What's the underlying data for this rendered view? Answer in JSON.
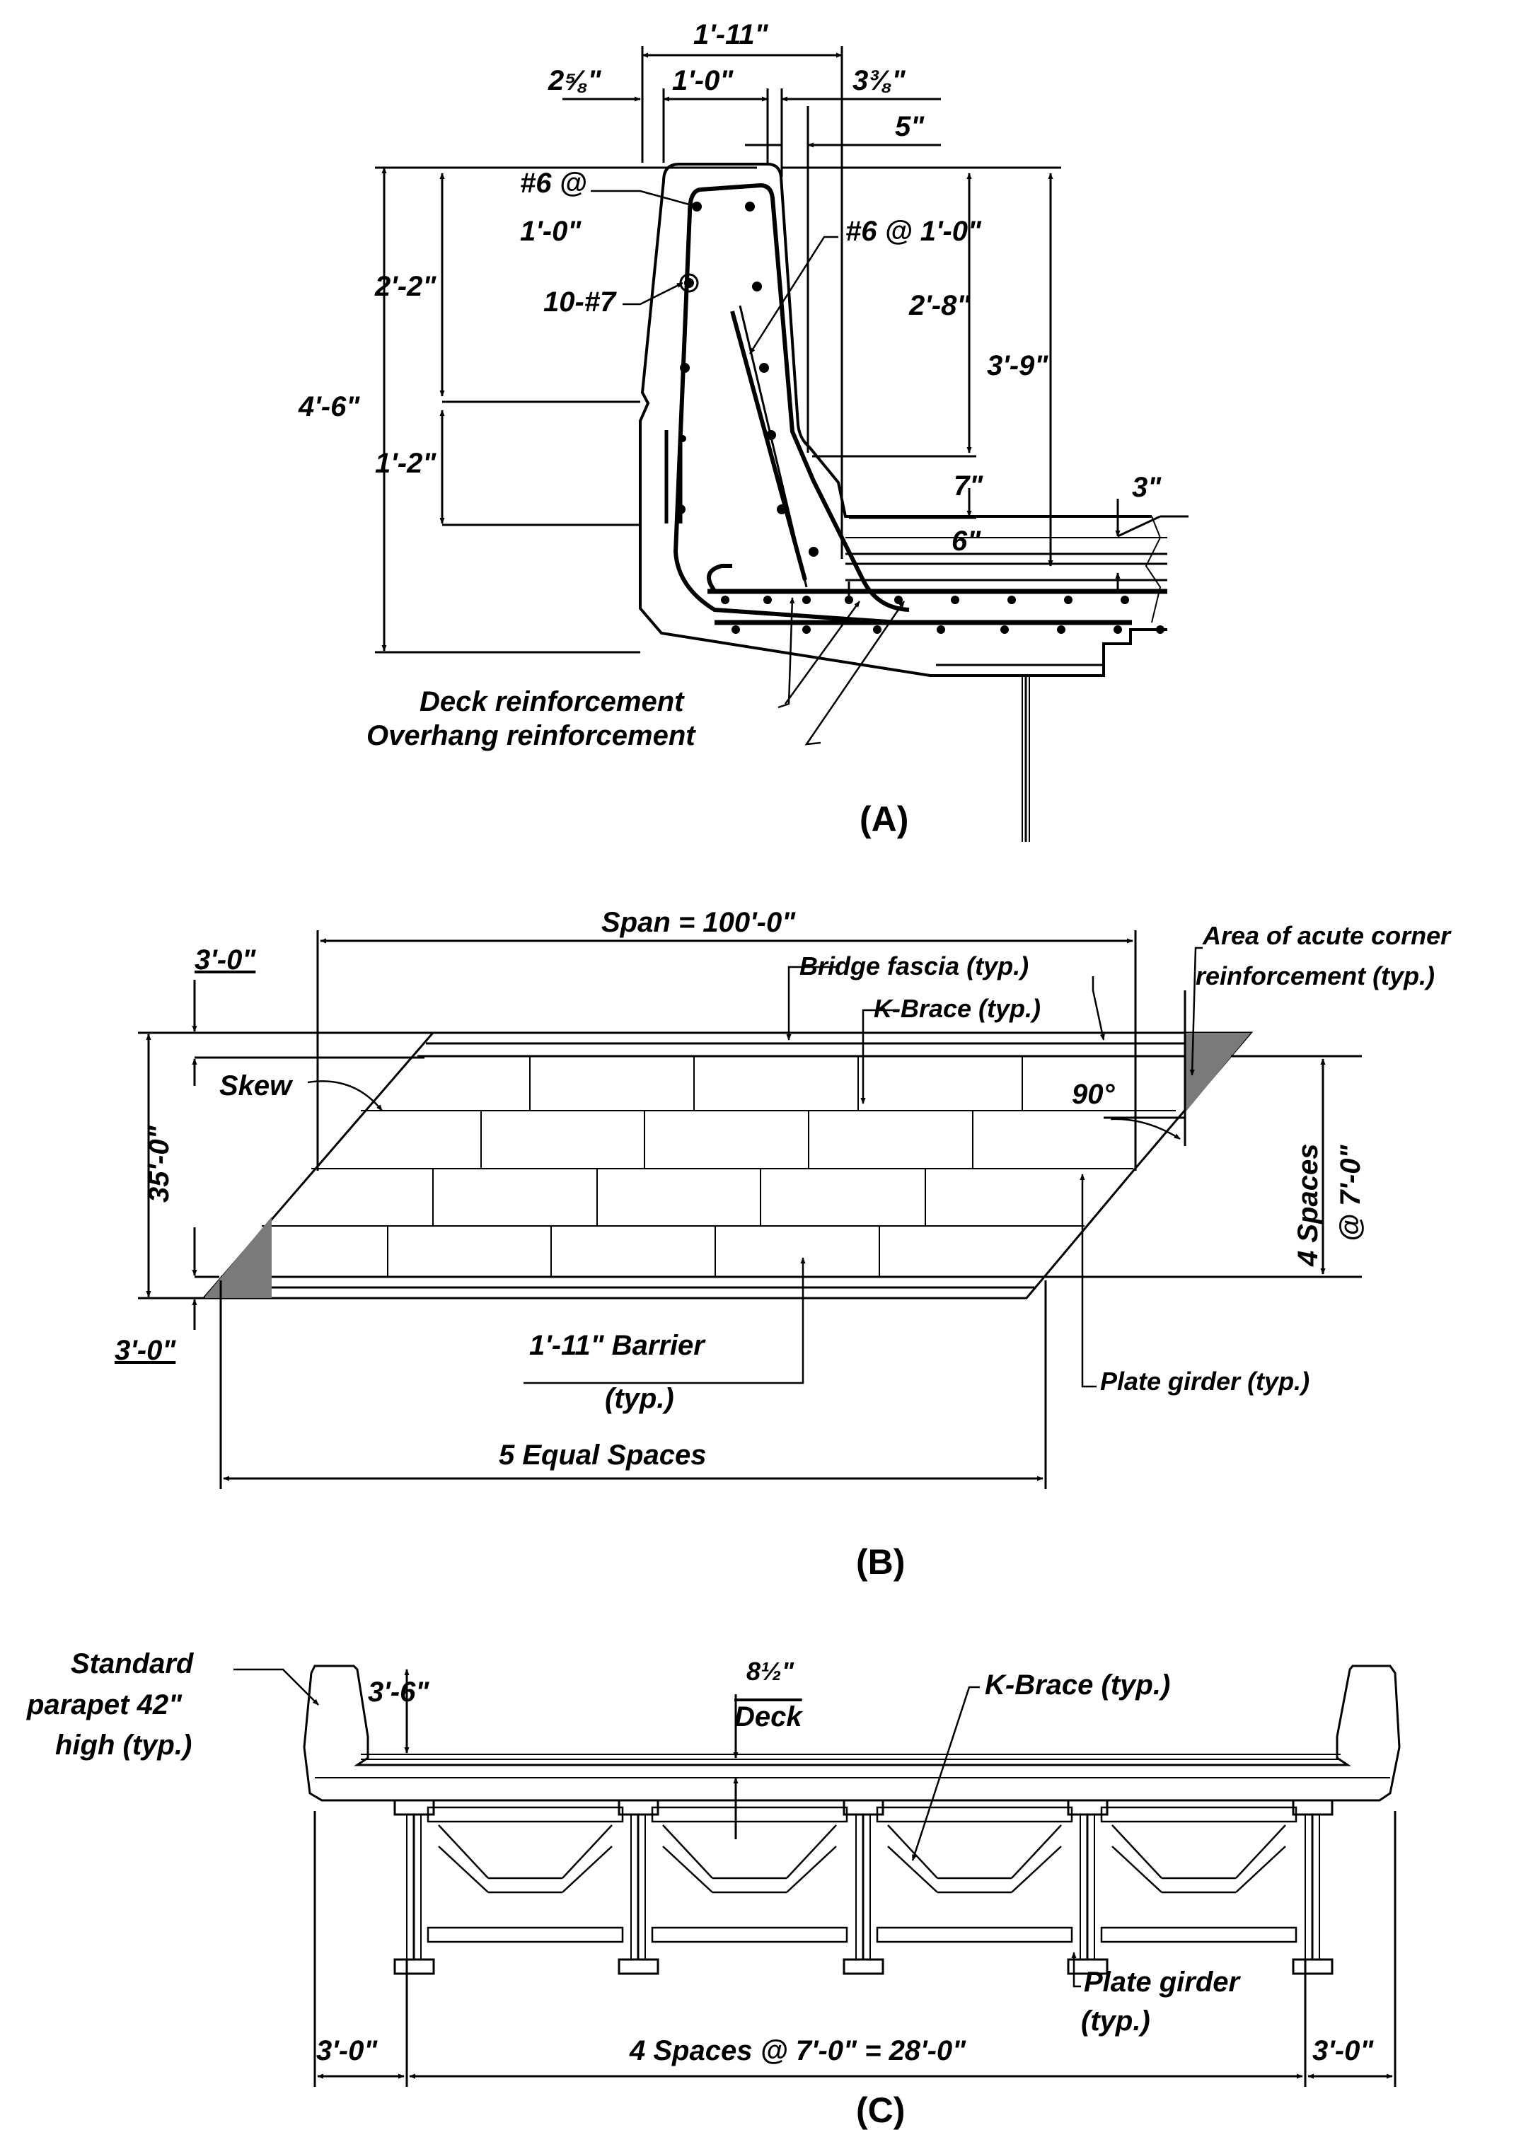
{
  "colors": {
    "line": "#000000",
    "shade": "#7a7a7a",
    "background": "#ffffff"
  },
  "panel_a": {
    "title": "(A)",
    "dims": {
      "top_width": "1'-11\"",
      "left_offset": "2⅝\"",
      "inner_width": "1'-0\"",
      "right_offset": "3⅜\"",
      "five": "5\"",
      "total_height": "4'-6\"",
      "upper_height": "2'-2\"",
      "lower_height": "1'-2\"",
      "barrier_height": "2'-8\"",
      "overall_height": "3'-9\"",
      "seven": "7\"",
      "six": "6\"",
      "three": "3\""
    },
    "labels": {
      "bar_6_line1": "#6 @",
      "bar_6_line2": "1'-0\"",
      "bar_7": "10-#7",
      "bar_6_right": "#6 @ 1'-0\"",
      "deck_reinf": "Deck reinforcement",
      "overhang_reinf": "Overhang reinforcement"
    }
  },
  "panel_b": {
    "title": "(B)",
    "dims": {
      "span": "Span = 100'-0\"",
      "top_offset": "3'-0\"",
      "width": "35'-0\"",
      "bottom_offset": "3'-0\"",
      "spaces_line1": "4 Spaces",
      "spaces_line2": "@ 7'-0\"",
      "equal": "5 Equal Spaces",
      "angle": "90°"
    },
    "labels": {
      "skew": "Skew",
      "fascia": "Bridge fascia (typ.)",
      "kbrace": "K-Brace (typ.)",
      "acute_line1": "Area of acute corner",
      "acute_line2": "reinforcement (typ.)",
      "barrier_line1": "1'-11\" Barrier",
      "barrier_line2": "(typ.)",
      "girder": "Plate girder (typ.)"
    }
  },
  "panel_c": {
    "title": "(C)",
    "dims": {
      "parapet_height": "3'-6\"",
      "deck_line1": "8½\"",
      "deck_line2": "Deck",
      "left": "3'-0\"",
      "center": "4 Spaces @ 7'-0\" = 28'-0\"",
      "right": "3'-0\""
    },
    "labels": {
      "parapet_line1": "Standard",
      "parapet_line2": "parapet 42\"",
      "parapet_line3": "high (typ.)",
      "kbrace": "K-Brace (typ.)",
      "girder_line1": "Plate girder",
      "girder_line2": "(typ.)"
    }
  }
}
